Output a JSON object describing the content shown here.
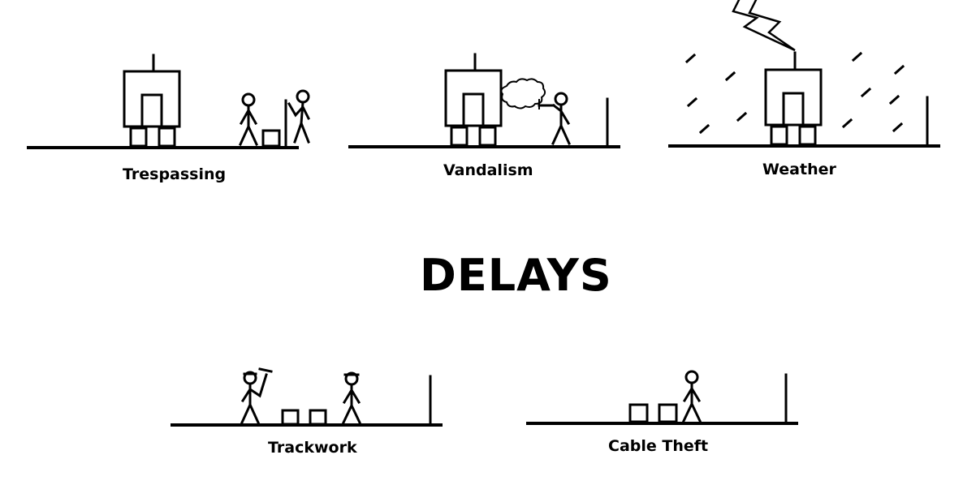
{
  "title": "DELAYS",
  "scenes": [
    {
      "id": "trespassing",
      "label": "Trespassing"
    },
    {
      "id": "vandalism",
      "label": "Vandalism"
    },
    {
      "id": "weather",
      "label": "Weather"
    },
    {
      "id": "trackwork",
      "label": "Trackwork"
    },
    {
      "id": "cable_theft",
      "label": "Cable Theft"
    }
  ]
}
